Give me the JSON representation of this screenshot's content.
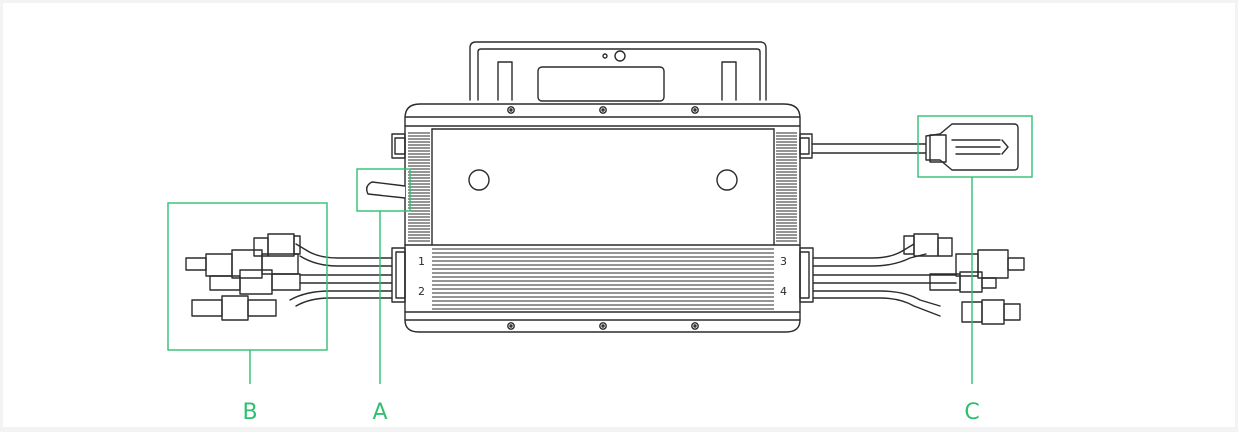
{
  "diagram": {
    "callouts": [
      {
        "id": "B",
        "label": "B"
      },
      {
        "id": "A",
        "label": "A"
      },
      {
        "id": "C",
        "label": "C"
      }
    ],
    "port_numbers": [
      "1",
      "2",
      "3",
      "4"
    ],
    "colors": {
      "background": "#f3f3f3",
      "line": "#2b2b2b",
      "panel": "#ffffff",
      "callout": "#2fbf71"
    }
  }
}
